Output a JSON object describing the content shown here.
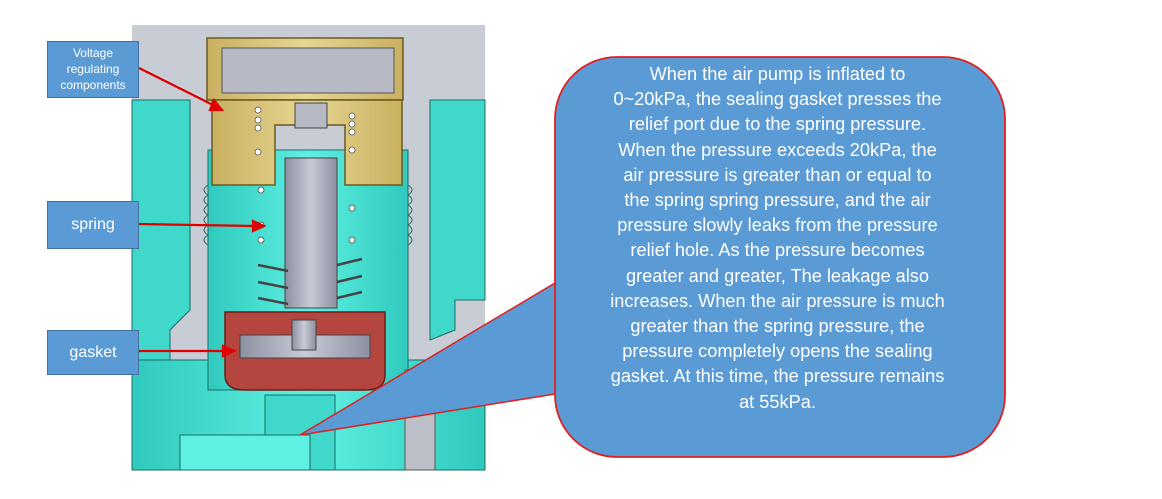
{
  "labels": {
    "voltage": "Voltage regulating components",
    "spring": "spring",
    "gasket": "gasket"
  },
  "callout": {
    "lines": [
      "When the air pump is inflated to",
      "0~20kPa, the sealing gasket presses the",
      "relief port due to the spring pressure.",
      "When the pressure exceeds 20kPa, the",
      "air pressure is greater than or equal to",
      "the spring spring pressure, and the air",
      "pressure slowly leaks from the pressure",
      "relief hole. As the pressure becomes",
      "greater and greater, The leakage also",
      "increases. When the air pressure is much",
      "greater than the spring pressure, the",
      "pressure completely opens the sealing",
      "gasket. At this time, the pressure remains",
      "at 55kPa."
    ]
  },
  "colors": {
    "body_cyan": "#40e0d0",
    "housing_grey": "#c8ccd4",
    "brass": "#d8c47a",
    "gasket_red": "#b5453f",
    "callout_fill": "#5b9bd5",
    "callout_border": "#e02020",
    "arrow_red": "#e00000"
  }
}
